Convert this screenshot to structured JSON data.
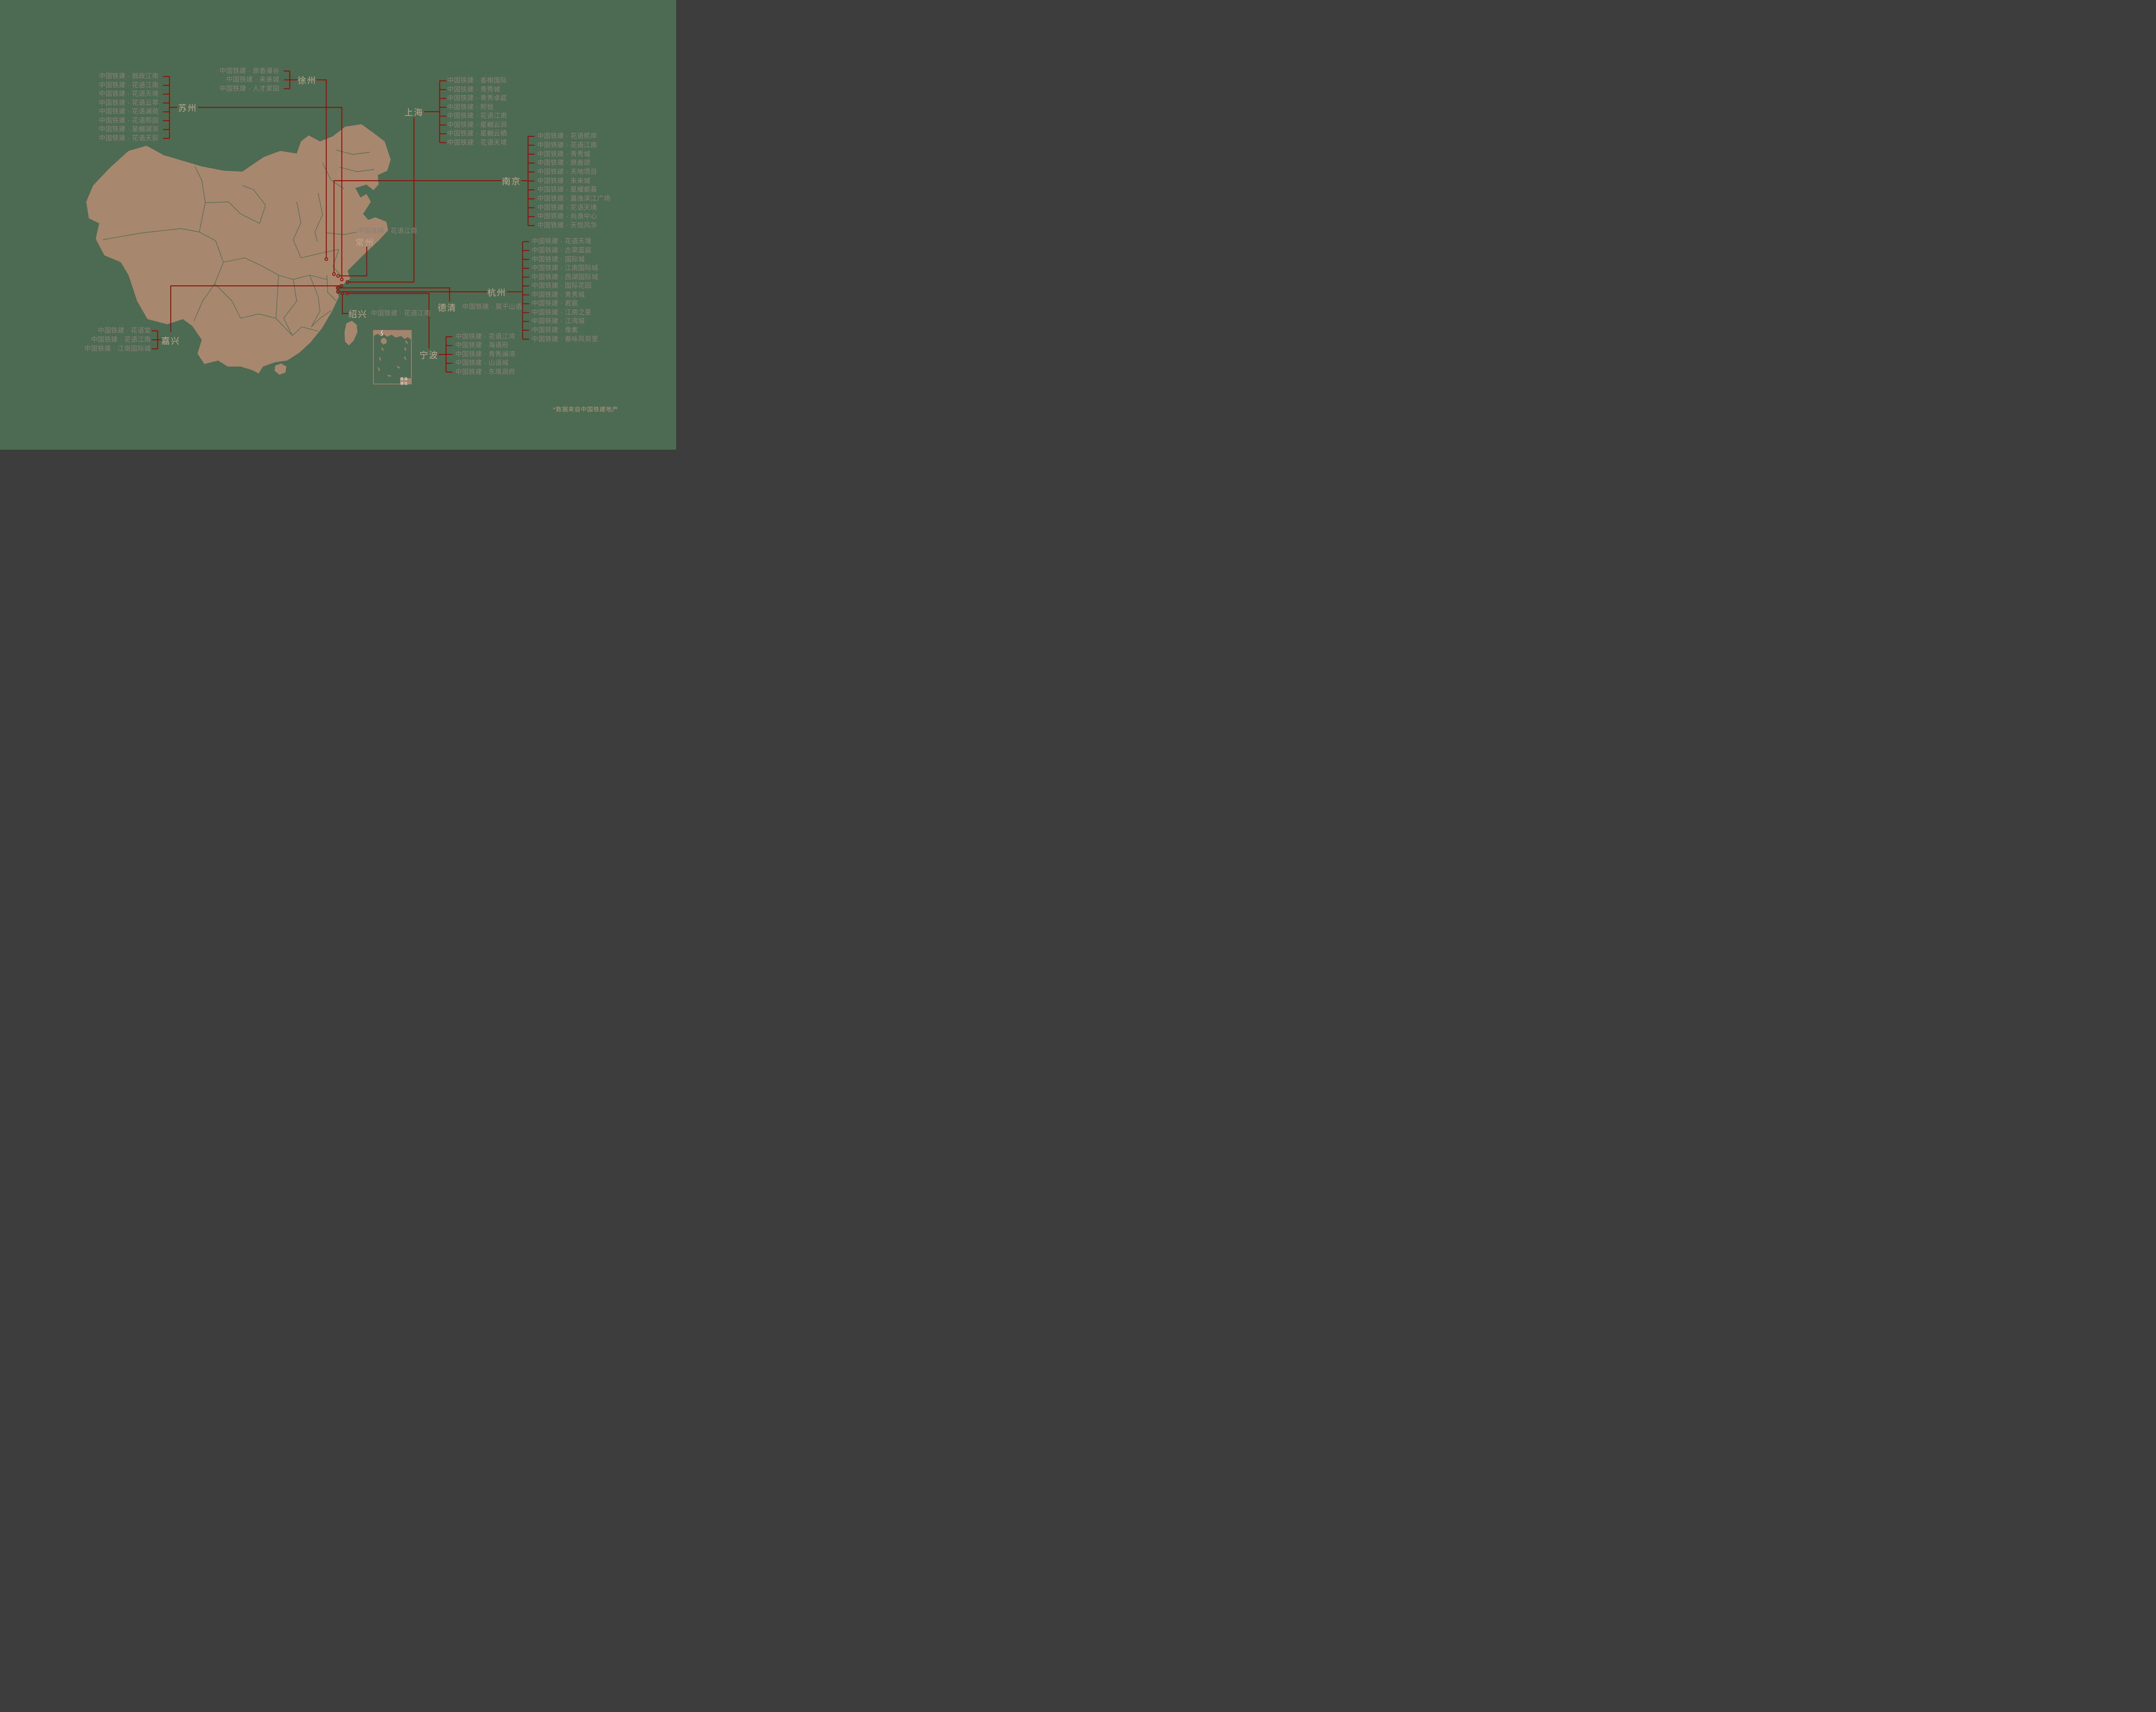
{
  "colors": {
    "background": "#4d6b52",
    "map_fill": "#a8876f",
    "connector_red": "#8b1309",
    "list_text": "#8a8078",
    "city_label": "#c3a78f",
    "footnote_text": "#b0977e",
    "inset_land": "#a3846c",
    "inset_label_bg": "#a3846c",
    "inset_label_text": "#f2ece4",
    "inset_river": "#ffffff"
  },
  "footnote": {
    "text": "*数据来自中国铁建地产"
  },
  "inset_map": {
    "label": "南海诸岛"
  },
  "cities": {
    "suzhou": {
      "label": "苏州",
      "projects": [
        "中国铁建 · 拙政江南",
        "中国铁建 · 花语江南",
        "中国铁建 · 花语天境",
        "中国铁建 · 花语云萃",
        "中国铁建 · 花语澜苑",
        "中国铁建 · 花语熙园",
        "中国铁建 · 星樾湖滨",
        "中国铁建 · 花语天辰"
      ]
    },
    "xuzhou": {
      "label": "徐州",
      "projects": [
        "中国铁建 · 原香漫谷",
        "中国铁建 · 未来城",
        "中国铁建 · 人才家园"
      ]
    },
    "shanghai": {
      "label": "上海",
      "projects": [
        "中国铁建 · 香榭国际",
        "中国铁建 · 青秀城",
        "中国铁建 · 青秀卓庭",
        "中国铁建 · 熙悦",
        "中国铁建 · 花语江南",
        "中国铁建 · 星樾云涧",
        "中国铁建 · 星樾云栖",
        "中国铁建 · 花语天境"
      ]
    },
    "nanjing": {
      "label": "南京",
      "projects": [
        "中国铁建 · 花语熙岸",
        "中国铁建 · 花语江南",
        "中国铁建 · 青秀城",
        "中国铁建 · 原香颂",
        "中国铁建 · 天地项目",
        "中国铁建 · 未来城",
        "中国铁建 · 星耀都荟",
        "中国铁建 · 嘉逸滨江广场",
        "中国铁建 · 花语天境",
        "中国铁建 · 尚逸中心",
        "中国铁建 · 天悦风华"
      ]
    },
    "changzhou": {
      "label": "常州",
      "projects": [
        "中国铁建 · 花语江南"
      ]
    },
    "hangzhou": {
      "label": "杭州",
      "projects": [
        "中国铁建 · 花语天境",
        "中国铁建 · 古翠蓝庭",
        "中国铁建 · 国际城",
        "中国铁建 · 江南国际城",
        "中国铁建 · 西湖国际城",
        "中国铁建 · 国际花园",
        "中国铁建 · 青秀城",
        "中国铁建 · 君宸",
        "中国铁建 · 江南之星",
        "中国铁建 · 江湾城",
        "中国铁建 · 像素",
        "中国铁建 · 春咏风荷里"
      ]
    },
    "deqing": {
      "label": "德清",
      "projects": [
        "中国铁建 · 莫干山语"
      ]
    },
    "shaoxing": {
      "label": "绍兴",
      "projects": [
        "中国铁建 · 花语江南"
      ]
    },
    "jiaxing": {
      "label": "嘉兴",
      "projects": [
        "中国铁建 · 花语堂",
        "中国铁建 · 花语江南",
        "中国铁建 · 江南国际城"
      ]
    },
    "ningbo": {
      "label": "宁波",
      "projects": [
        "中国铁建 · 花语江湾",
        "中国铁建 · 海语府",
        "中国铁建 · 青秀澜湾",
        "中国铁建 · 山语城",
        "中国铁建 · 东境润府"
      ]
    }
  }
}
